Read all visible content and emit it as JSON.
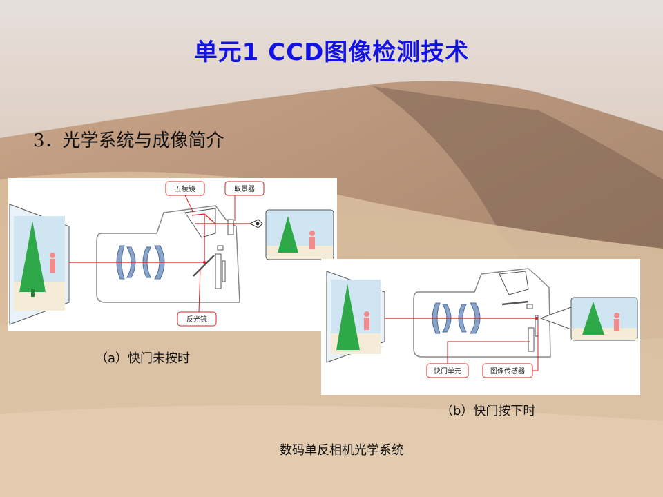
{
  "slide": {
    "title": "单元1 CCD图像检测技术",
    "subtitle": "3．光学系统与成像简介"
  },
  "figure_a": {
    "caption": "（a）快门未按时",
    "labels": {
      "pentaprism": "五棱镜",
      "viewfinder": "取景器",
      "mirror": "反光镜"
    }
  },
  "figure_b": {
    "caption": "（b）快门按下时",
    "labels": {
      "shutter": "快门单元",
      "sensor": "图像传感器"
    }
  },
  "figure_caption": "数码单反相机光学系统",
  "colors": {
    "title": "#1212e6",
    "light_ray": "#d62020",
    "label_border": "#d62020",
    "tree": "#2fa84a",
    "lens": "#8aa3c8"
  }
}
